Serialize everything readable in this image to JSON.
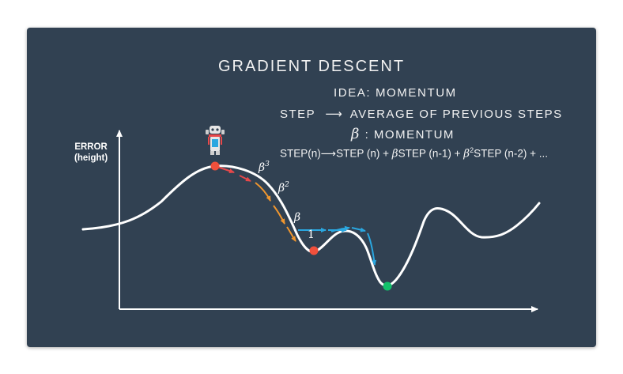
{
  "title": "GRADIENT DESCENT",
  "idea": "IDEA: MOMENTUM",
  "step_rule": {
    "left": "STEP",
    "arrow": "⟶",
    "right": "AVERAGE OF PREVIOUS STEPS"
  },
  "beta_definition": {
    "symbol": "β",
    "text": " : MOMENTUM"
  },
  "formula": {
    "lhs": "STEP(n)",
    "arrow": "⟶",
    "t1": "STEP (n) + ",
    "b1": "β",
    "t2": "STEP (n-1) + ",
    "b2": "β",
    "b2_exp": "2",
    "t3": "STEP (n-2) + ..."
  },
  "axis_label": {
    "line1": "ERROR",
    "line2": "(height)"
  },
  "step_weights": {
    "w3": "β",
    "w3_exp": "3",
    "w2": "β",
    "w2_exp": "2",
    "w1": "β",
    "w0": "1"
  },
  "colors": {
    "background": "#314152",
    "curve": "#ffffff",
    "arrow_red": "#e8484a",
    "arrow_orange": "#f0962e",
    "arrow_blue": "#2aa7e0",
    "point_red": "#f0503c",
    "point_green": "#12c06a"
  },
  "icons": {
    "robot": "robot-icon"
  }
}
